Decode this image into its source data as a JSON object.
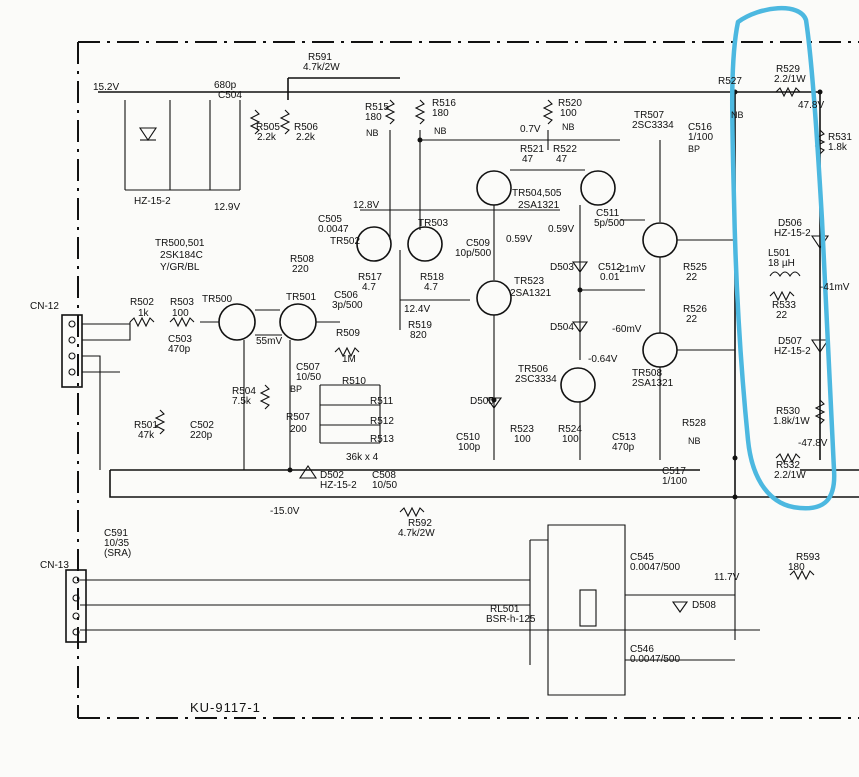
{
  "board": "KU-9117-1",
  "supply": {
    "pos_rail": "15.2V",
    "neg_rail": "-15.0V",
    "plus_47": "47.8V",
    "minus_47": "-47.8V",
    "v12_9": "12.9V",
    "v12_8": "12.8V",
    "v12_4": "12.4V",
    "v11_7": "11.7V",
    "mid": "-41mV"
  },
  "connectors": {
    "cn12": "CN-12",
    "cn13": "CN-13"
  },
  "resistors": [
    {
      "id": "R591",
      "val": "4.7k/2W"
    },
    {
      "id": "R527",
      "val": "NB"
    },
    {
      "id": "R529",
      "val": "2.2/1W"
    },
    {
      "id": "R515",
      "val": "180"
    },
    {
      "id": "R516",
      "val": "180"
    },
    {
      "id": "R520",
      "val": "100"
    },
    {
      "id": "R521",
      "val": "47"
    },
    {
      "id": "R522",
      "val": "47"
    },
    {
      "id": "R505",
      "val": "2.2k"
    },
    {
      "id": "R506",
      "val": "2.2k"
    },
    {
      "id": "R531",
      "val": "1.8k"
    },
    {
      "id": "R508",
      "val": "220"
    },
    {
      "id": "R517",
      "val": "4.7"
    },
    {
      "id": "R518",
      "val": "4.7"
    },
    {
      "id": "R519",
      "val": "820"
    },
    {
      "id": "R502",
      "val": "1k"
    },
    {
      "id": "R503",
      "val": "100"
    },
    {
      "id": "R509",
      "val": "1M"
    },
    {
      "id": "R525",
      "val": "22"
    },
    {
      "id": "R526",
      "val": "22"
    },
    {
      "id": "R533",
      "val": "22"
    },
    {
      "id": "R504",
      "val": "7.5k"
    },
    {
      "id": "R501",
      "val": "47k"
    },
    {
      "id": "R507",
      "val": "200"
    },
    {
      "id": "R523",
      "val": "100"
    },
    {
      "id": "R524",
      "val": "100"
    },
    {
      "id": "R528",
      "val": "NB"
    },
    {
      "id": "R530",
      "val": "1.8k/1W"
    },
    {
      "id": "R532",
      "val": "2.2/1W"
    },
    {
      "id": "R592",
      "val": "4.7k/2W"
    },
    {
      "id": "R593",
      "val": "180"
    }
  ],
  "capacitors": [
    {
      "id": "C504",
      "val": "680p"
    },
    {
      "id": "C505",
      "val": "0.0047"
    },
    {
      "id": "C506",
      "val": "3p/500"
    },
    {
      "id": "C503",
      "val": "470p"
    },
    {
      "id": "C507",
      "val": "10/50"
    },
    {
      "id": "C502",
      "val": "220p"
    },
    {
      "id": "C509",
      "val": "10p/500"
    },
    {
      "id": "C511",
      "val": "5p/500"
    },
    {
      "id": "C512",
      "val": "0.01"
    },
    {
      "id": "C516",
      "val": "1/100"
    },
    {
      "id": "C510",
      "val": "100p"
    },
    {
      "id": "C513",
      "val": "470p"
    },
    {
      "id": "C517",
      "val": "1/100"
    },
    {
      "id": "C508",
      "val": "10/50"
    },
    {
      "id": "C591",
      "val": "10/35"
    },
    {
      "id": "C545",
      "val": "0.0047/500"
    },
    {
      "id": "C546",
      "val": "0.0047/500"
    }
  ],
  "transistors": [
    {
      "id": "TR500"
    },
    {
      "id": "TR501"
    },
    {
      "id": "TR502"
    },
    {
      "id": "TR503"
    },
    {
      "id": "TR504,505",
      "type": "2SA1321"
    },
    {
      "id": "TR507",
      "type": "2SC3334"
    },
    {
      "id": "TR523",
      "type": "2SA1321"
    },
    {
      "id": "TR506",
      "type": "2SC3334"
    },
    {
      "id": "TR508",
      "type": "2SA1321"
    }
  ],
  "diodes": [
    {
      "id": "D506",
      "type": "HZ-15-2"
    },
    {
      "id": "D507",
      "type": "HZ-15-2"
    },
    {
      "id": "D502",
      "type": "HZ-15-2"
    },
    {
      "id": "D503"
    },
    {
      "id": "D504"
    },
    {
      "id": "D505"
    },
    {
      "id": "D508"
    },
    {
      "id": "HZ",
      "type": "HZ-15-2"
    }
  ],
  "misc": {
    "tr500_note": "TR500,501",
    "tr500_type": "2SK184C",
    "tr500_grade": "Y/GR/BL",
    "l501": "L501",
    "l501_val": "18 µH",
    "rl501": "RL501",
    "rl501_type": "BSR-h-125",
    "res_array": "36k x 4",
    "r510": "R510",
    "r511": "R511",
    "r512": "R512",
    "r513": "R513",
    "v55mv": "55mV",
    "v21mv": "-21mV",
    "v60mv": "-60mV",
    "v064": "-0.64V",
    "v07": "0.7V",
    "v059a": "0.59V",
    "v059b": "0.59V",
    "sra": "(SRA)",
    "nb": "NB",
    "bp": "BP"
  },
  "highlight": {
    "color": "#4cb8e0",
    "shape": "hand-drawn-loop"
  }
}
